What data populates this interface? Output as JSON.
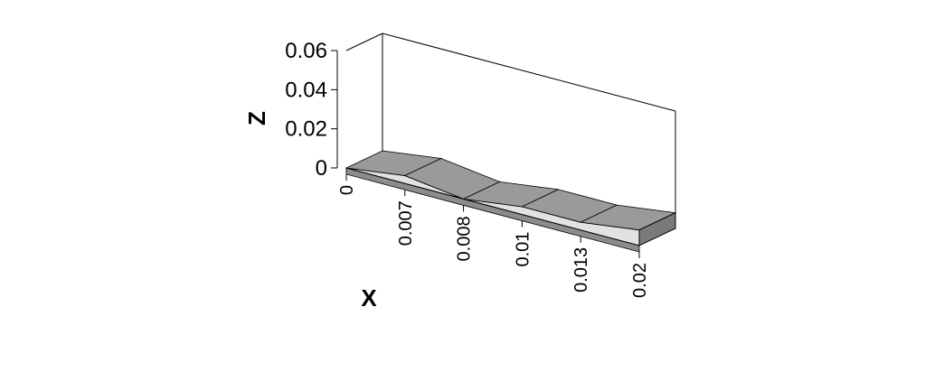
{
  "chart_data": {
    "type": "area",
    "title": "",
    "xlabel": "X",
    "zlabel": "Z",
    "x": [
      "0",
      "0.007",
      "0.008",
      "0.01",
      "0.013",
      "0.02"
    ],
    "series": [
      {
        "values": [
          0.0,
          0.004,
          0.0,
          0.004,
          0.004,
          0.008
        ]
      }
    ],
    "zlim": [
      0,
      0.06
    ],
    "z_ticks": [
      "0",
      "0.02",
      "0.04",
      "0.06"
    ],
    "grid": false,
    "legend": "none",
    "colors": {
      "top": "#9a9a9a",
      "front": "#e2e2e2",
      "end": "#7a7a7a",
      "floor": "#8c8c8c",
      "stroke": "#000000"
    }
  }
}
